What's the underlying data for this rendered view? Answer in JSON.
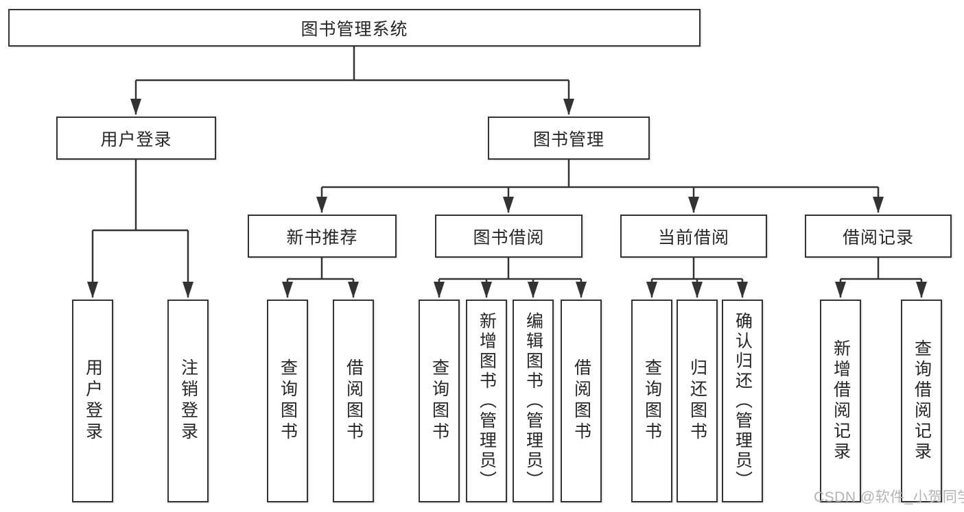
{
  "tree": {
    "root": "图书管理系统",
    "children": [
      {
        "label": "用户登录",
        "leaves": [
          "用户登录",
          "注销登录"
        ]
      },
      {
        "label": "图书管理",
        "children": [
          {
            "label": "新书推荐",
            "leaves": [
              "查询图书",
              "借阅图书"
            ]
          },
          {
            "label": "图书借阅",
            "leaves": [
              "查询图书",
              "新增图书（管理员）",
              "编辑图书（管理员）",
              "借阅图书"
            ]
          },
          {
            "label": "当前借阅",
            "leaves": [
              "查询图书",
              "归还图书",
              "确认归还（管理员）"
            ]
          },
          {
            "label": "借阅记录",
            "leaves": [
              "新增借阅记录",
              "查询借阅记录"
            ]
          }
        ]
      }
    ]
  },
  "watermark": "CSDN @软件_小贺同学",
  "colors": {
    "line": "#333333",
    "text": "#262626",
    "background": "#ffffff",
    "watermark": "#b3b3b3"
  }
}
